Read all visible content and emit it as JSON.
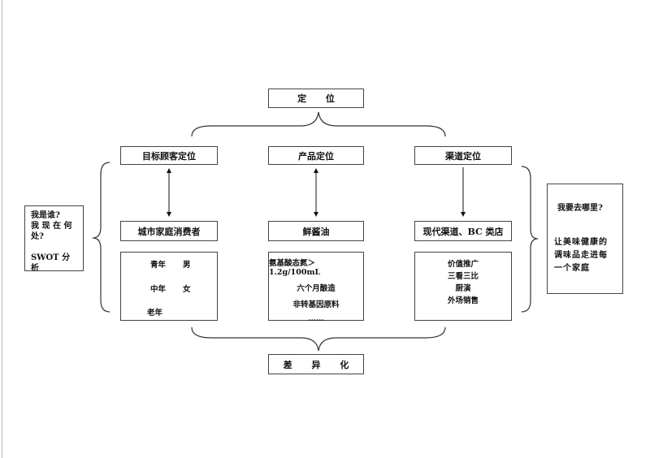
{
  "top": {
    "label": "定 位"
  },
  "bottom": {
    "label": "差 异 化"
  },
  "columns": [
    {
      "header": "目标顾客定位",
      "target": "城市家庭消费者",
      "details": [
        [
          "青年",
          "男"
        ],
        [
          "中年",
          "女"
        ],
        [
          "老年",
          ""
        ]
      ],
      "arrow": "double"
    },
    {
      "header": "产品定位",
      "target": "鲜酱油",
      "details": [
        "氨基酸态氮＞ 1.2g/100mL",
        "六个月酿造",
        "非转基因原料",
        "……"
      ],
      "arrow": "double"
    },
    {
      "header": "渠道定位",
      "target": "现代渠道、BC 类店",
      "details": [
        "价值推广",
        "三看三比",
        "厨演",
        "外场销售"
      ],
      "arrow": "down"
    }
  ],
  "left_box": {
    "lines": [
      "我是谁?",
      "我 现 在 何",
      "处?",
      "",
      "SWOT 分析"
    ]
  },
  "right_box": {
    "question": "我要去哪里?",
    "answer_lines": [
      "让美味健康的",
      "调味品走进每",
      "一个家庭"
    ]
  }
}
